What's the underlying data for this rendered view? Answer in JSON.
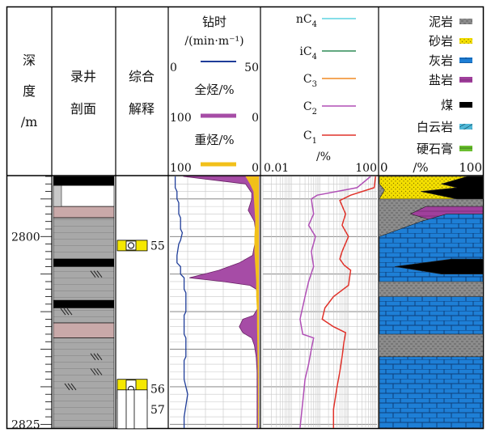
{
  "header": {
    "depth_label": [
      "深",
      "度",
      "/m"
    ],
    "lithology_col": [
      "录井",
      "剖面"
    ],
    "interp_col": [
      "综合",
      "解释"
    ],
    "drill_time": {
      "title": "钻时",
      "unit": "/(min·m⁻¹)",
      "min": "0",
      "max": "50",
      "color": "#1f3d99"
    },
    "total_hc": {
      "title": "全烃/%",
      "min": "100",
      "max": "0",
      "color": "#a64ca6"
    },
    "heavy_hc": {
      "title": "重烃/%",
      "min": "100",
      "max": "0",
      "color": "#f2c019"
    },
    "gas": {
      "items": [
        {
          "base": "nC",
          "sub": "4",
          "color": "#5fd3e0"
        },
        {
          "base": "iC",
          "sub": "4",
          "color": "#2e8b57"
        },
        {
          "base": "C",
          "sub": "3",
          "color": "#f08a24"
        },
        {
          "base": "C",
          "sub": "2",
          "color": "#b04fb6"
        },
        {
          "base": "C",
          "sub": "1",
          "color": "#e0322a"
        }
      ],
      "unit": "/%",
      "min": "0.01",
      "max": "100"
    },
    "rock_legend": {
      "items": [
        {
          "label": "泥岩",
          "swatch": "mudstone"
        },
        {
          "label": "砂岩",
          "swatch": "sandstone"
        },
        {
          "label": "灰岩",
          "swatch": "limestone"
        },
        {
          "label": "盐岩",
          "swatch": "salt"
        },
        {
          "label": "煤",
          "swatch": "coal"
        },
        {
          "label": "白云岩",
          "swatch": "dolomite"
        },
        {
          "label": "硬石膏",
          "swatch": "anhydrite"
        }
      ],
      "min": "0",
      "unit": "/%",
      "max": "100"
    }
  },
  "depth_axis": {
    "top": 2792,
    "bottom": 2825.5,
    "labels": [
      "2800",
      "2825"
    ]
  },
  "colors": {
    "mudstone": "#8c8c8c",
    "sandstone": "#f5e000",
    "limestone": "#1e7fd6",
    "salt": "#a0409c",
    "coal": "#000000",
    "dolomite": "#4fb7d6",
    "anhydrite": "#6bbf30"
  },
  "interpretation": [
    {
      "number": "55",
      "depth": 2801.2
    },
    {
      "number": "56",
      "depth": 2820.3
    },
    {
      "number": "57",
      "depth": 2823.0
    }
  ],
  "chart_data": [
    {
      "type": "line",
      "name": "drill-time",
      "x_range": [
        0,
        50
      ],
      "series": [
        {
          "color": "#1f3d99",
          "points": [
            [
              3,
              2792
            ],
            [
              3,
              2793.5
            ],
            [
              4,
              2794
            ],
            [
              4,
              2795
            ],
            [
              5,
              2795.5
            ],
            [
              5,
              2797
            ],
            [
              6,
              2797.5
            ],
            [
              6,
              2799
            ],
            [
              7,
              2799.5
            ],
            [
              6,
              2800.5
            ],
            [
              5,
              2801
            ],
            [
              4,
              2802.5
            ],
            [
              4,
              2803.5
            ],
            [
              6,
              2804
            ],
            [
              6,
              2805
            ],
            [
              8,
              2805.5
            ],
            [
              8,
              2807
            ],
            [
              9,
              2807.5
            ],
            [
              9,
              2810
            ],
            [
              8,
              2810.5
            ],
            [
              8,
              2813
            ],
            [
              9,
              2813.5
            ],
            [
              9,
              2816
            ],
            [
              8,
              2816.5
            ],
            [
              8,
              2819
            ],
            [
              9,
              2820
            ],
            [
              10,
              2821
            ],
            [
              9,
              2822.5
            ],
            [
              8,
              2824
            ],
            [
              8,
              2825.5
            ]
          ]
        }
      ]
    },
    {
      "type": "area",
      "name": "total-hydrocarbon",
      "x_range": [
        100,
        0
      ],
      "series": [
        {
          "color": "#a64ca6",
          "points": [
            [
              85,
              2792
            ],
            [
              15,
              2793
            ],
            [
              8,
              2794.2
            ],
            [
              8,
              2795
            ],
            [
              12,
              2796.5
            ],
            [
              5,
              2798
            ],
            [
              3,
              2800
            ],
            [
              7,
              2802.5
            ],
            [
              22,
              2803.5
            ],
            [
              45,
              2804.5
            ],
            [
              78,
              2805.5
            ],
            [
              40,
              2806
            ],
            [
              10,
              2806.5
            ],
            [
              3,
              2807
            ],
            [
              1,
              2808
            ],
            [
              1,
              2809.5
            ],
            [
              6,
              2810.5
            ],
            [
              18,
              2811
            ],
            [
              22,
              2812
            ],
            [
              18,
              2812.8
            ],
            [
              8,
              2813.5
            ],
            [
              5,
              2814.5
            ],
            [
              3,
              2816
            ],
            [
              2,
              2818
            ],
            [
              2,
              2825.5
            ]
          ]
        }
      ]
    },
    {
      "type": "area",
      "name": "heavy-hydrocarbon",
      "x_range": [
        100,
        0
      ],
      "series": [
        {
          "color": "#f2c019",
          "points": [
            [
              15,
              2792
            ],
            [
              10,
              2793
            ],
            [
              6,
              2794
            ],
            [
              5,
              2796
            ],
            [
              4,
              2798
            ],
            [
              5,
              2800
            ],
            [
              5,
              2802
            ],
            [
              4,
              2804
            ],
            [
              3,
              2806
            ],
            [
              3,
              2808
            ],
            [
              2,
              2810
            ],
            [
              2,
              2812
            ],
            [
              1.5,
              2816
            ],
            [
              1,
              2820
            ],
            [
              1,
              2825.5
            ]
          ]
        }
      ]
    },
    {
      "type": "line",
      "name": "gas-components",
      "x_range": [
        0.01,
        100
      ],
      "x_scale": "log",
      "series": [
        {
          "color": "#b04fb6",
          "points": [
            [
              60,
              2792
            ],
            [
              20,
              2793.5
            ],
            [
              0.8,
              2794.5
            ],
            [
              0.5,
              2795
            ],
            [
              0.6,
              2797
            ],
            [
              0.4,
              2798.5
            ],
            [
              0.7,
              2800
            ],
            [
              0.5,
              2802
            ],
            [
              0.6,
              2804
            ],
            [
              0.4,
              2806
            ],
            [
              0.3,
              2808
            ],
            [
              0.2,
              2811
            ],
            [
              0.25,
              2813
            ],
            [
              0.6,
              2813.5
            ],
            [
              0.5,
              2815
            ],
            [
              0.4,
              2817
            ],
            [
              0.3,
              2819
            ],
            [
              0.25,
              2822
            ],
            [
              0.2,
              2825.5
            ]
          ]
        },
        {
          "color": "#e0322a",
          "points": [
            [
              90,
              2792
            ],
            [
              80,
              2793.5
            ],
            [
              12,
              2794.5
            ],
            [
              5,
              2795.2
            ],
            [
              8,
              2797
            ],
            [
              6,
              2798.5
            ],
            [
              10,
              2800
            ],
            [
              6,
              2802
            ],
            [
              5,
              2803
            ],
            [
              7,
              2803.8
            ],
            [
              12,
              2804.5
            ],
            [
              10,
              2806.5
            ],
            [
              3,
              2808
            ],
            [
              1.5,
              2809.5
            ],
            [
              1.2,
              2811
            ],
            [
              3,
              2812
            ],
            [
              8,
              2812.8
            ],
            [
              7,
              2814
            ],
            [
              6,
              2816
            ],
            [
              5,
              2818
            ],
            [
              4,
              2820
            ],
            [
              3,
              2823
            ],
            [
              3,
              2825.5
            ]
          ]
        }
      ]
    },
    {
      "type": "area",
      "name": "rock-percentage",
      "x_range": [
        0,
        100
      ],
      "layers": [
        {
          "rock": "mudstone",
          "from": 2792,
          "to": 2795,
          "cum": [
            [
              2792,
              15
            ],
            [
              2792.8,
              18
            ],
            [
              2793.5,
              25
            ],
            [
              2794,
              22
            ],
            [
              2795,
              20
            ]
          ]
        },
        {
          "rock": "sandstone",
          "from": 2792,
          "to": 2795,
          "cum": [
            [
              2792,
              100
            ],
            [
              2793,
              100
            ],
            [
              2793.8,
              95
            ],
            [
              2795,
              100
            ]
          ]
        },
        {
          "rock": "coal",
          "from": 2792,
          "to": 2795,
          "cum": [
            [
              2792,
              15
            ],
            [
              2793,
              40
            ],
            [
              2793.5,
              25
            ],
            [
              2794,
              60
            ],
            [
              2795,
              25
            ]
          ]
        },
        {
          "rock": "mudstone",
          "from": 2795,
          "to": 2798,
          "cum": [
            [
              2795,
              22
            ],
            [
              2796,
              35
            ],
            [
              2797,
              20
            ],
            [
              2798,
              20
            ]
          ]
        },
        {
          "rock": "salt",
          "from": 2796,
          "to": 2799,
          "cum": [
            [
              2796,
              55
            ],
            [
              2797,
              70
            ],
            [
              2798,
              45
            ],
            [
              2799,
              30
            ]
          ]
        },
        {
          "rock": "limestone",
          "from": 2797,
          "to": 2806,
          "cum": [
            [
              2797,
              35
            ],
            [
              2798,
              60
            ],
            [
              2800,
              100
            ],
            [
              2803,
              100
            ],
            [
              2806,
              100
            ]
          ]
        },
        {
          "rock": "coal",
          "from": 2803,
          "to": 2805,
          "cum": [
            [
              2803,
              30
            ],
            [
              2804,
              85
            ],
            [
              2805,
              40
            ]
          ]
        },
        {
          "rock": "mudstone",
          "from": 2805,
          "to": 2808,
          "cum": [
            [
              2805,
              15
            ],
            [
              2806,
              30
            ],
            [
              2807,
              40
            ],
            [
              2808,
              20
            ]
          ]
        },
        {
          "rock": "limestone",
          "from": 2808,
          "to": 2813,
          "cum": [
            [
              2808,
              100
            ],
            [
              2813,
              100
            ]
          ]
        },
        {
          "rock": "mudstone",
          "from": 2813,
          "to": 2816,
          "cum": [
            [
              2813,
              25
            ],
            [
              2814,
              20
            ],
            [
              2815,
              30
            ],
            [
              2816,
              15
            ]
          ]
        },
        {
          "rock": "limestone",
          "from": 2816,
          "to": 2825.5,
          "cum": [
            [
              2816,
              100
            ],
            [
              2825.5,
              100
            ]
          ]
        }
      ]
    }
  ]
}
